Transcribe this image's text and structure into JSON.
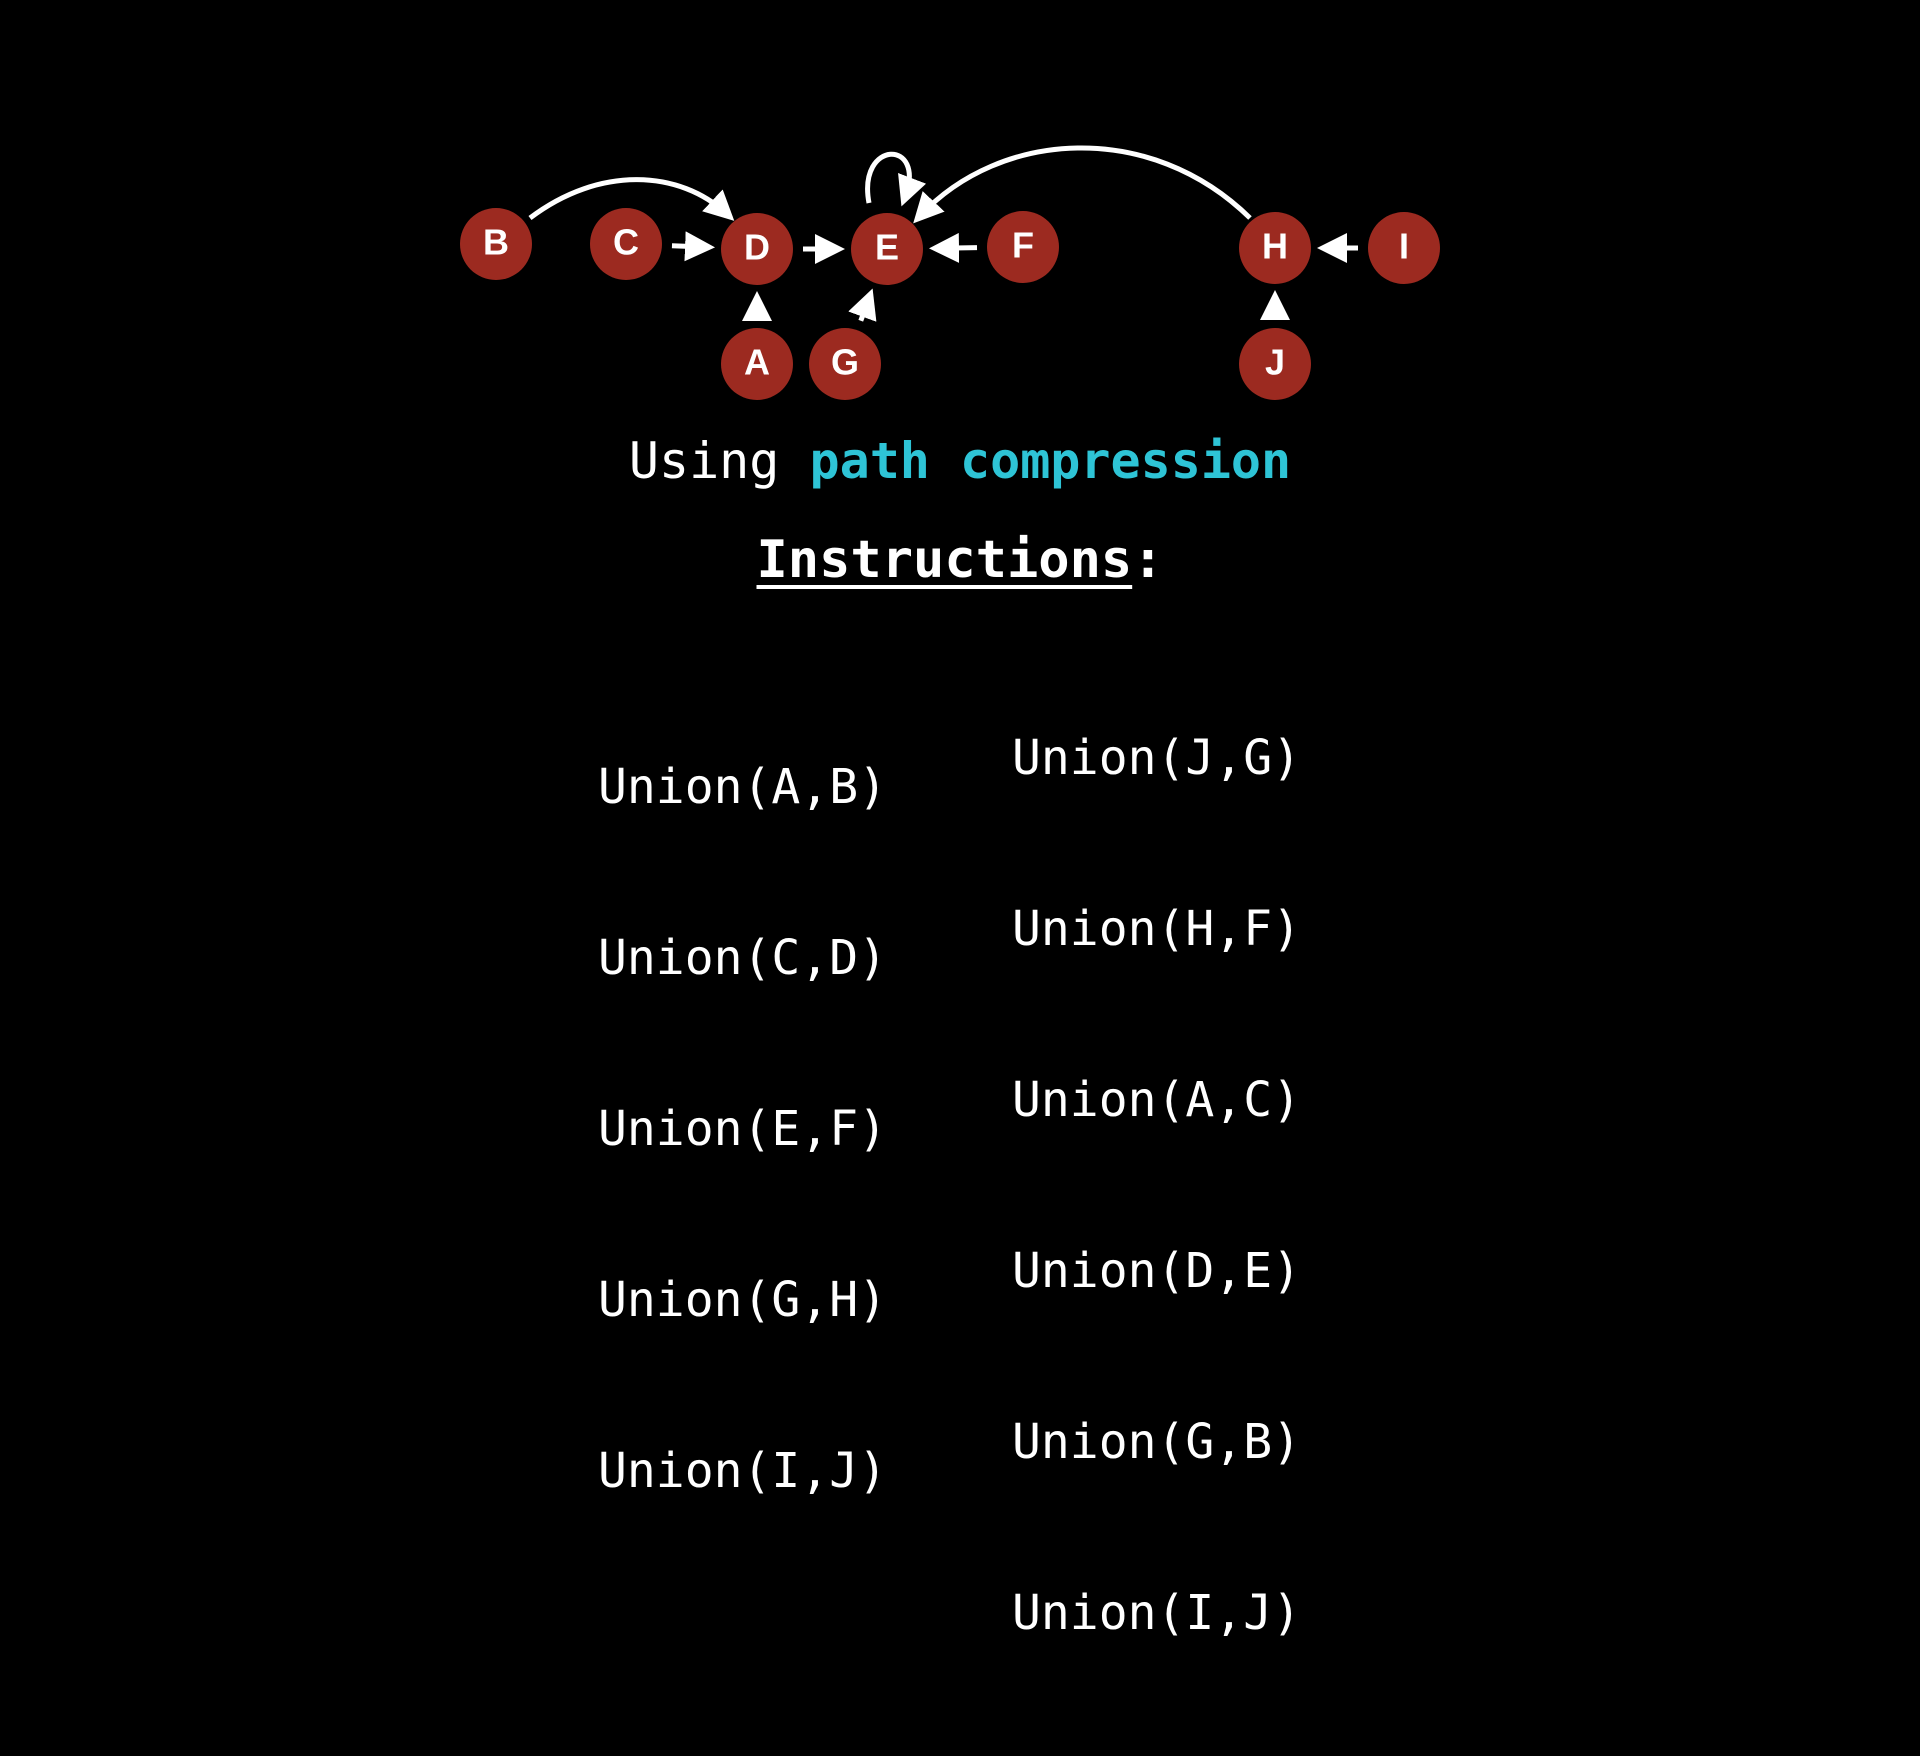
{
  "nodes": [
    {
      "id": "B",
      "label": "B"
    },
    {
      "id": "C",
      "label": "C"
    },
    {
      "id": "D",
      "label": "D"
    },
    {
      "id": "E",
      "label": "E"
    },
    {
      "id": "F",
      "label": "F"
    },
    {
      "id": "H",
      "label": "H"
    },
    {
      "id": "I",
      "label": "I"
    },
    {
      "id": "A",
      "label": "A"
    },
    {
      "id": "G",
      "label": "G"
    },
    {
      "id": "J",
      "label": "J"
    }
  ],
  "edges": [
    {
      "from": "B",
      "to": "D"
    },
    {
      "from": "C",
      "to": "D"
    },
    {
      "from": "D",
      "to": "E"
    },
    {
      "from": "F",
      "to": "E"
    },
    {
      "from": "A",
      "to": "D"
    },
    {
      "from": "G",
      "to": "E"
    },
    {
      "from": "E",
      "to": "E"
    },
    {
      "from": "H",
      "to": "E"
    },
    {
      "from": "I",
      "to": "H"
    },
    {
      "from": "J",
      "to": "H"
    }
  ],
  "colors": {
    "node_fill": "#9c2a20",
    "highlight": "#2ec4d6",
    "text": "#ffffff",
    "background": "#000000"
  },
  "subtitle": {
    "prefix": "Using ",
    "highlight": "path compression"
  },
  "heading": {
    "word": "Instructions",
    "suffix": ":"
  },
  "instructions": {
    "left": [
      "Union(A,B)",
      "Union(C,D)",
      "Union(E,F)",
      "Union(G,H)",
      "Union(I,J)"
    ],
    "right": [
      "Union(J,G)",
      "Union(H,F)",
      "Union(A,C)",
      "Union(D,E)",
      "Union(G,B)",
      "Union(I,J)"
    ]
  }
}
